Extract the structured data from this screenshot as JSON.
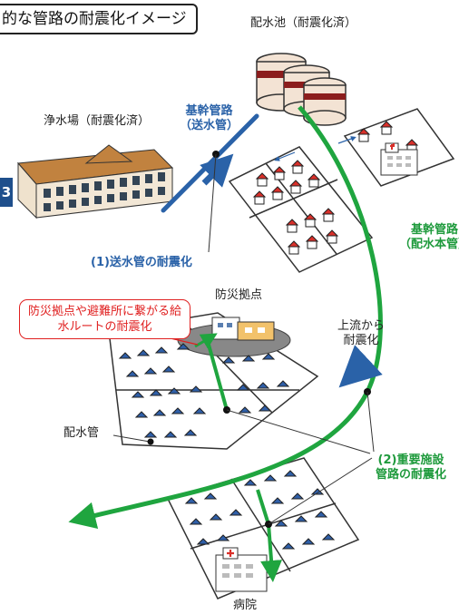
{
  "title": "的な管路の耐震化イメージ",
  "tab_marker": "3",
  "labels": {
    "reservoir": "配水池（耐震化済）",
    "treatment_plant": "浄水場（耐震化済）",
    "trunk_transmission_line1": "基幹管路",
    "trunk_transmission_line2": "（送水管）",
    "seismic_transmission": "(1)送水管の耐震化",
    "trunk_distribution_line1": "基幹管路",
    "trunk_distribution_line2": "（配水本管）",
    "disaster_base": "防災拠点",
    "callout": "防災拠点や避難所に繋がる給水ルートの耐震化",
    "upstream_line1": "上流から",
    "upstream_line2": "耐震化",
    "distribution_pipe": "配水管",
    "important_facility_line1": "(2)重要施設",
    "important_facility_line2": "管路の耐震化",
    "hospital": "病院"
  },
  "colors": {
    "blue_pipe": "#2a62a8",
    "green_pipe": "#1fa53f",
    "callout_red": "#e02020",
    "roof_red": "#d9302a",
    "roof_blue": "#2f5fa8"
  }
}
